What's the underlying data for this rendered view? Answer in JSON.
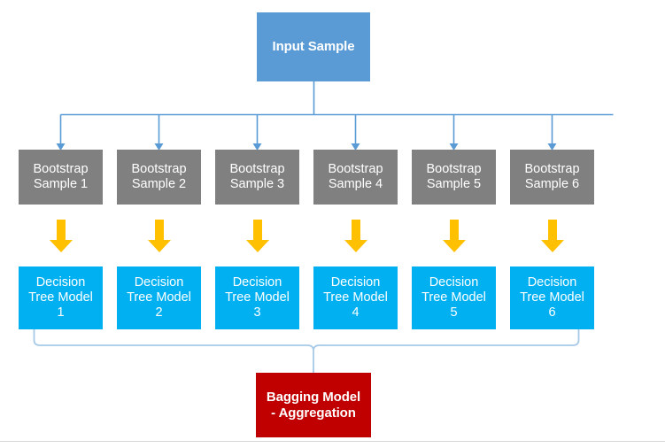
{
  "diagram": {
    "title": "Bagging ensemble flow diagram",
    "colors": {
      "input_fill": "#5B9BD5",
      "bootstrap_fill": "#808080",
      "tree_fill": "#00B0F0",
      "bagging_fill": "#C00000",
      "arrow_yellow": "#FFC000",
      "connector_blue": "#5B9BD5",
      "connector_light_blue": "#A6C9E8",
      "divider": "#D9D9D9",
      "text": "#FFFFFF",
      "background": "#FFFFFF"
    },
    "input": {
      "label": "Input Sample"
    },
    "bootstrap_samples": [
      {
        "label": "Bootstrap\nSample 1"
      },
      {
        "label": "Bootstrap\nSample 2"
      },
      {
        "label": "Bootstrap\nSample 3"
      },
      {
        "label": "Bootstrap\nSample 4"
      },
      {
        "label": "Bootstrap\nSample 5"
      },
      {
        "label": "Bootstrap\nSample 6"
      }
    ],
    "tree_models": [
      {
        "label": "Decision\nTree Model\n1"
      },
      {
        "label": "Decision\nTree Model\n2"
      },
      {
        "label": "Decision\nTree Model\n3"
      },
      {
        "label": "Decision\nTree Model\n4"
      },
      {
        "label": "Decision\nTree Model\n5"
      },
      {
        "label": "Decision\nTree Model\n6"
      }
    ],
    "aggregation": {
      "label": "Bagging Model\n- Aggregation"
    },
    "connectors": {
      "split_arrows": "split-arrow-icon",
      "yellow_arrows": "down-arrow-icon",
      "merge_bracket": "merge-bracket-icon"
    }
  }
}
